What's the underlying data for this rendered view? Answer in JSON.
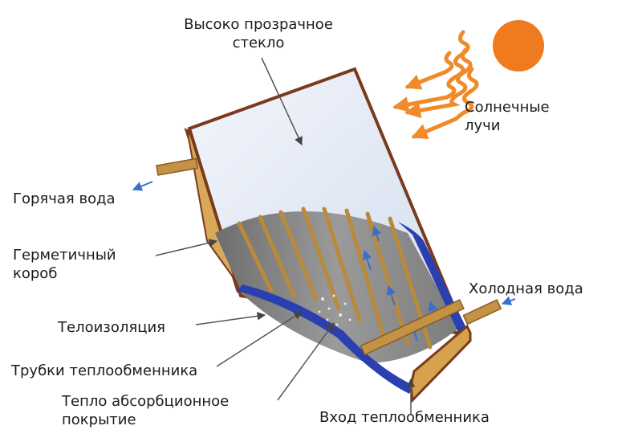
{
  "labels": {
    "glass_line1": "Высоко прозрачное",
    "glass_line2": "стекло",
    "sun_rays_line1": "Солнечные",
    "sun_rays_line2": "лучи",
    "hot_water": "Горячая вода",
    "sealed_box_line1": "Герметичный",
    "sealed_box_line2": "короб",
    "cold_water": "Холодная вода",
    "insulation": "Телоизоляция",
    "exchanger_tubes": "Трубки теплообменника",
    "absorber_line1": "Тепло абсорбционное",
    "absorber_line2": "покрытие",
    "exchanger_inlet": "Вход теплообменника"
  },
  "colors": {
    "sun": "#f07a1e",
    "rays": "#f08a2a",
    "frame": "#7a3a1c",
    "box_side": "#d6a24f",
    "tubes": "#b88a3a",
    "glass": "#dde6f4",
    "absorber": "#8a8a8a",
    "insulation": "#2a3fb0",
    "flow_arrows": "#3a6fd0",
    "leader_lines": "#555555"
  }
}
